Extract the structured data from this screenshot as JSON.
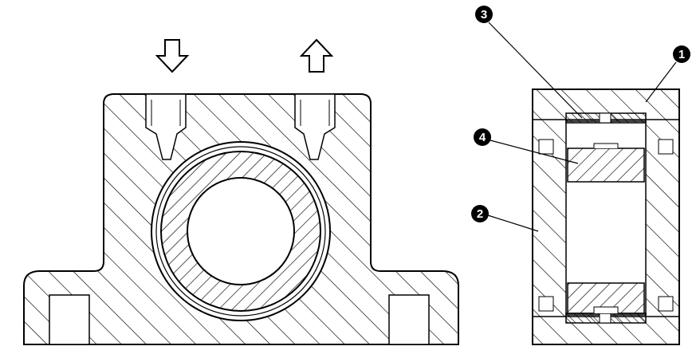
{
  "callouts": [
    {
      "label": "1"
    },
    {
      "label": "2"
    },
    {
      "label": "3"
    },
    {
      "label": "4"
    }
  ],
  "flow": {
    "inlet": "down-arrow-icon",
    "outlet": "up-arrow-icon"
  },
  "colors": {
    "ink": "#000000",
    "background": "#ffffff"
  }
}
